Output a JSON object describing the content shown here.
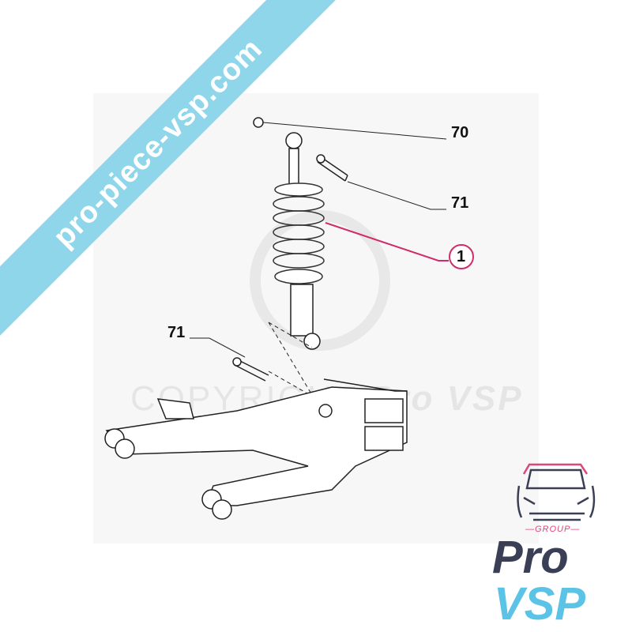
{
  "banner": {
    "text": "pro-piece-vsp.com",
    "color": "#8fd6ea"
  },
  "watermark": {
    "prefix": "COPYRIGHT",
    "brand": "Pro VSP"
  },
  "callouts": [
    {
      "label": "70"
    },
    {
      "label": "71"
    },
    {
      "label": "1",
      "highlighted": true,
      "color": "#d02c6a"
    },
    {
      "label": "71"
    }
  ],
  "logo": {
    "group": "—GROUP—",
    "pro": "Pro",
    "vsp": "VSP",
    "colors": {
      "dark": "#3b3f55",
      "pink": "#e0457b",
      "blue": "#5bc3e6"
    }
  }
}
